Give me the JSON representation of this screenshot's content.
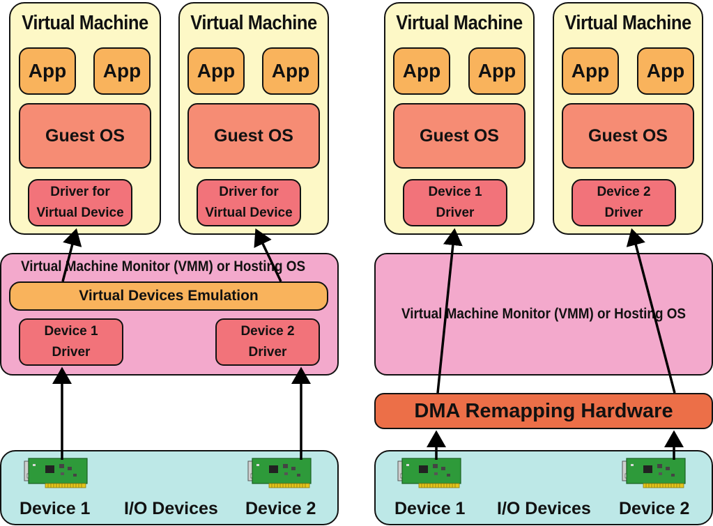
{
  "left": {
    "vm1": {
      "title": "Virtual Machine",
      "app1": "App",
      "app2": "App",
      "guest_os": "Guest OS",
      "driver_line1": "Driver for",
      "driver_line2": "Virtual Device"
    },
    "vm2": {
      "title": "Virtual Machine",
      "app1": "App",
      "app2": "App",
      "guest_os": "Guest OS",
      "driver_line1": "Driver for",
      "driver_line2": "Virtual Device"
    },
    "vmm": {
      "title": "Virtual Machine Monitor (VMM) or Hosting OS",
      "emulation": "Virtual Devices Emulation",
      "dev1_line1": "Device 1",
      "dev1_line2": "Driver",
      "dev2_line1": "Device 2",
      "dev2_line2": "Driver"
    },
    "io": {
      "device1": "Device 1",
      "label": "I/O Devices",
      "device2": "Device 2"
    }
  },
  "right": {
    "vm1": {
      "title": "Virtual Machine",
      "app1": "App",
      "app2": "App",
      "guest_os": "Guest OS",
      "driver_line1": "Device 1",
      "driver_line2": "Driver"
    },
    "vm2": {
      "title": "Virtual Machine",
      "app1": "App",
      "app2": "App",
      "guest_os": "Guest OS",
      "driver_line1": "Device 2",
      "driver_line2": "Driver"
    },
    "vmm": {
      "title": "Virtual Machine Monitor (VMM) or Hosting OS"
    },
    "dma": "DMA Remapping Hardware",
    "io": {
      "device1": "Device 1",
      "label": "I/O Devices",
      "device2": "Device 2"
    }
  },
  "colors": {
    "vm_fill": "#fdf8c6",
    "app_fill": "#f9b35c",
    "guest_fill": "#f68c74",
    "driver_fill": "#f2737a",
    "vmm_fill": "#f3a9cc",
    "dma_fill": "#ec6f48",
    "io_fill": "#bde8e7",
    "card_pcb": "#2e9a3a",
    "card_contacts": "#e6c51c"
  },
  "icons": {
    "device_card": "pci-network-card-icon"
  }
}
